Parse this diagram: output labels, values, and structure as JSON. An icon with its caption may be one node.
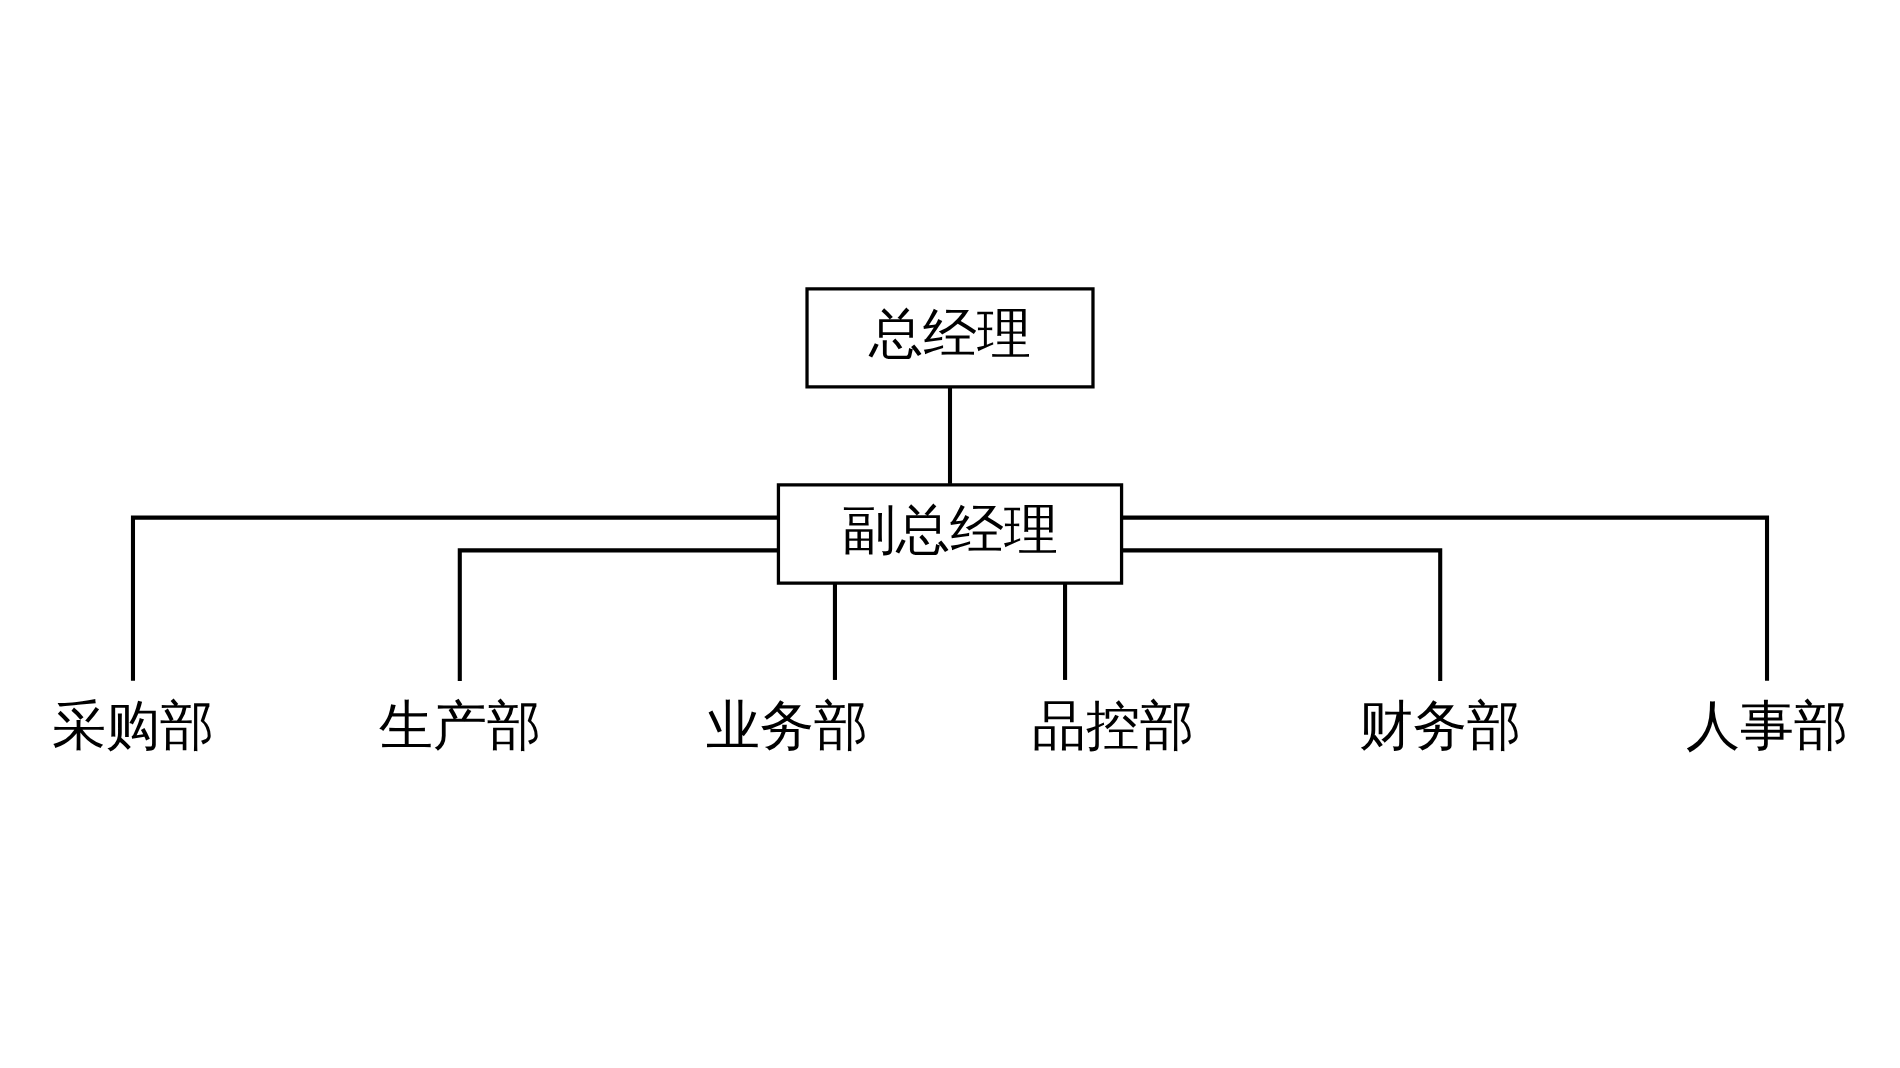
{
  "diagram": {
    "nodes": [
      {
        "text": [
          "总经理"
        ]
      },
      {
        "text": [
          "副总经理"
        ]
      },
      {
        "text": [
          "采购部"
        ]
      },
      {
        "text": [
          "生产部"
        ]
      },
      {
        "text": [
          "业务部"
        ]
      },
      {
        "text": [
          "品控部"
        ]
      },
      {
        "text": [
          "财务部"
        ]
      },
      {
        "text": [
          "人事部"
        ]
      }
    ],
    "edges": [
      {
        "from": 0,
        "to": 1,
        "arrow": "none"
      },
      {
        "from": 1,
        "to": 2,
        "arrow": "none"
      },
      {
        "from": 1,
        "to": 3,
        "arrow": "none"
      },
      {
        "from": 1,
        "to": 4,
        "arrow": "none"
      },
      {
        "from": 1,
        "to": 5,
        "arrow": "none"
      },
      {
        "from": 1,
        "to": 6,
        "arrow": "none"
      },
      {
        "from": 1,
        "to": 7,
        "arrow": "none"
      }
    ]
  }
}
